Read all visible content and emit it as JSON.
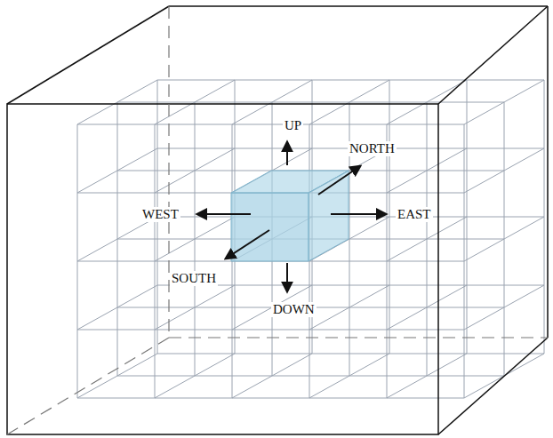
{
  "diagram": {
    "labels": [
      "UP",
      "NORTH",
      "WEST",
      "EAST",
      "SOUTH",
      "DOWN"
    ]
  }
}
